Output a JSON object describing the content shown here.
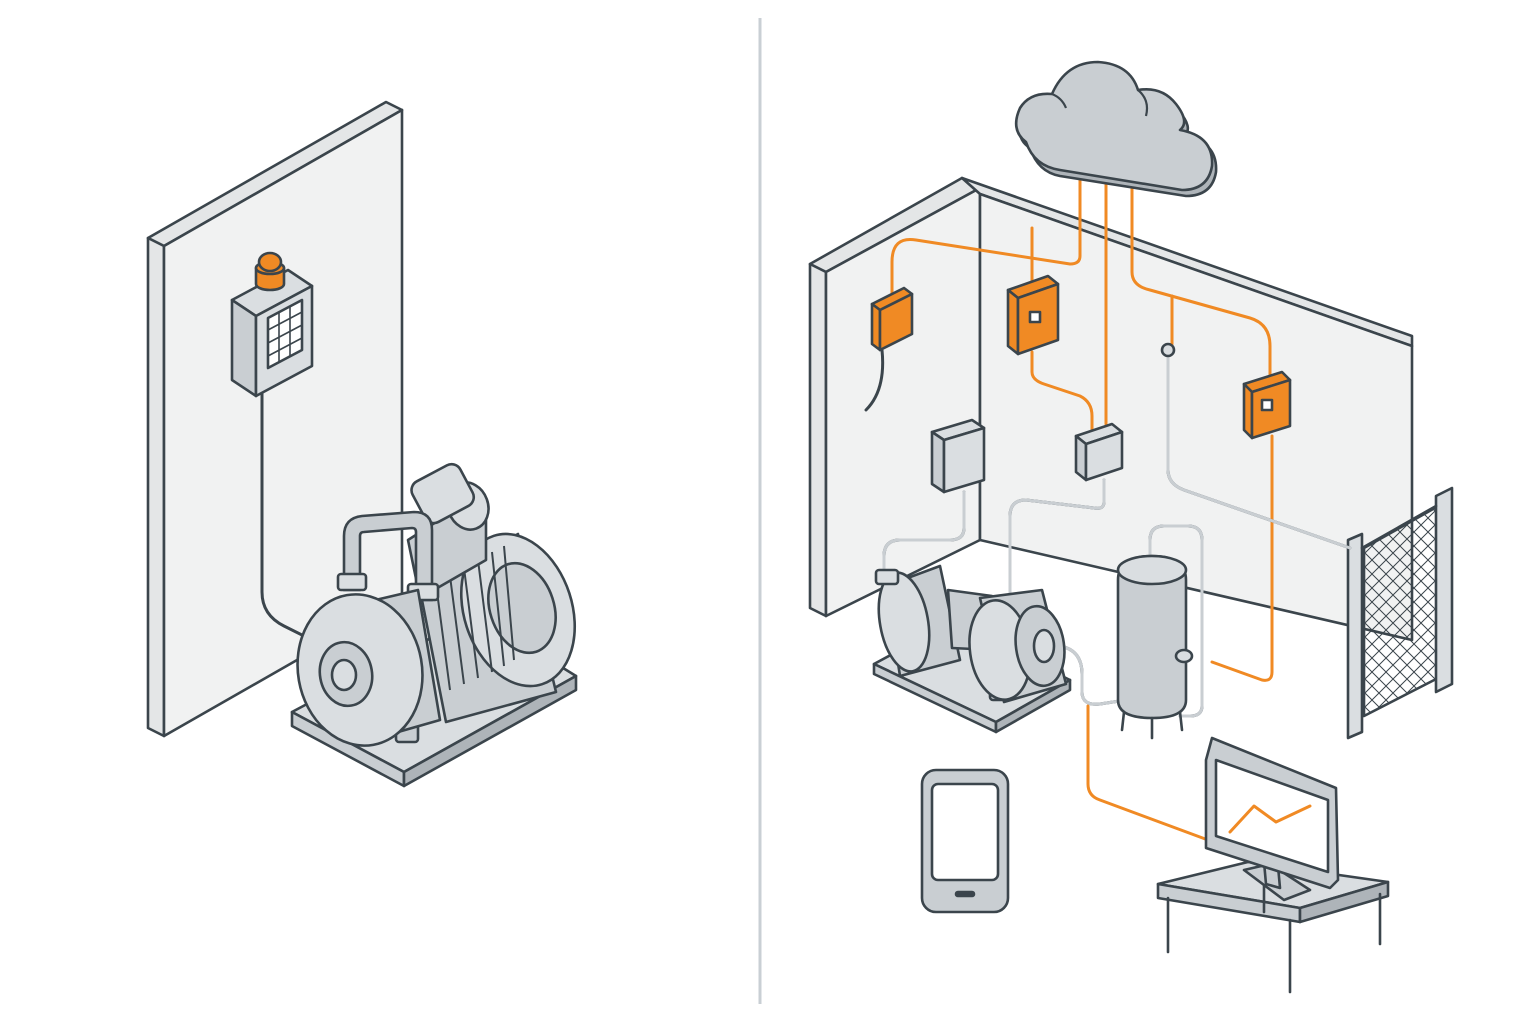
{
  "colors": {
    "outline": "#3b454c",
    "wall_face": "#f1f2f2",
    "wall_edge": "#e4e6e7",
    "metal": "#c9ced2",
    "metal_light": "#dadee1",
    "metal_dark": "#aeb4b9",
    "accent": "#f08a24",
    "divider": "#c9cfd4",
    "screen": "#ffffff"
  },
  "panels": {
    "left": {
      "name": "conventional-pump-system",
      "components": [
        "wall",
        "control-box",
        "warning-light",
        "cable",
        "centrifugal-pump",
        "electric-motor",
        "base-plate"
      ]
    },
    "right": {
      "name": "connected-pump-system",
      "components": [
        "cloud",
        "walls",
        "sensors",
        "controllers",
        "pipes",
        "pump",
        "motor",
        "tank",
        "fence",
        "smartphone",
        "monitor",
        "desk"
      ]
    }
  },
  "icons": [
    "cloud-icon",
    "smartphone-icon",
    "monitor-icon",
    "trend-line-icon",
    "warning-light-icon",
    "pump-icon",
    "tank-icon",
    "fence-icon"
  ]
}
